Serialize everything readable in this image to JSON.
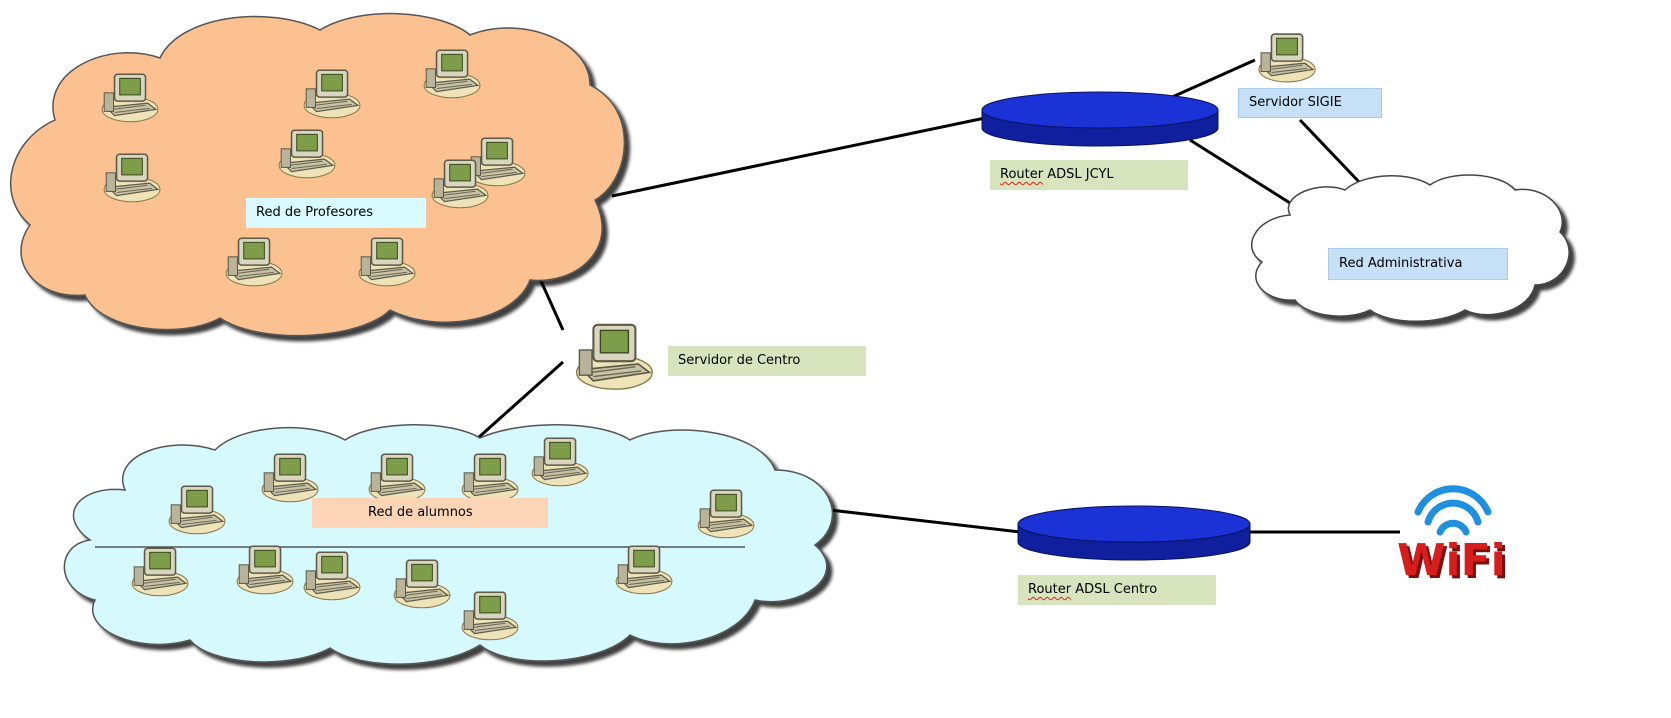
{
  "labels": {
    "profesores": "Red de Profesores",
    "alumnos": "Red de alumnos",
    "servidor_centro": "Servidor de Centro",
    "router_jcyl_word": "Router",
    "router_jcyl_rest": " ADSL JCYL",
    "router_centro_word": "Router",
    "router_centro_rest": " ADSL Centro",
    "servidor_sigie": "Servidor SIGIE",
    "red_administrativa": "Red Administrativa",
    "wifi": "WiFi"
  },
  "icons": {
    "computer": "computer-icon",
    "router": "router-icon",
    "wifi": "wifi-icon",
    "cloud": "cloud-icon"
  },
  "colors": {
    "profesores_cloud": "#fbc190",
    "alumnos_cloud": "#d6f9fd",
    "admin_cloud": "#ffffff",
    "router": "#1b32d6",
    "wifi_text": "#d81d1d",
    "wifi_waves": "#1f8fe0"
  }
}
